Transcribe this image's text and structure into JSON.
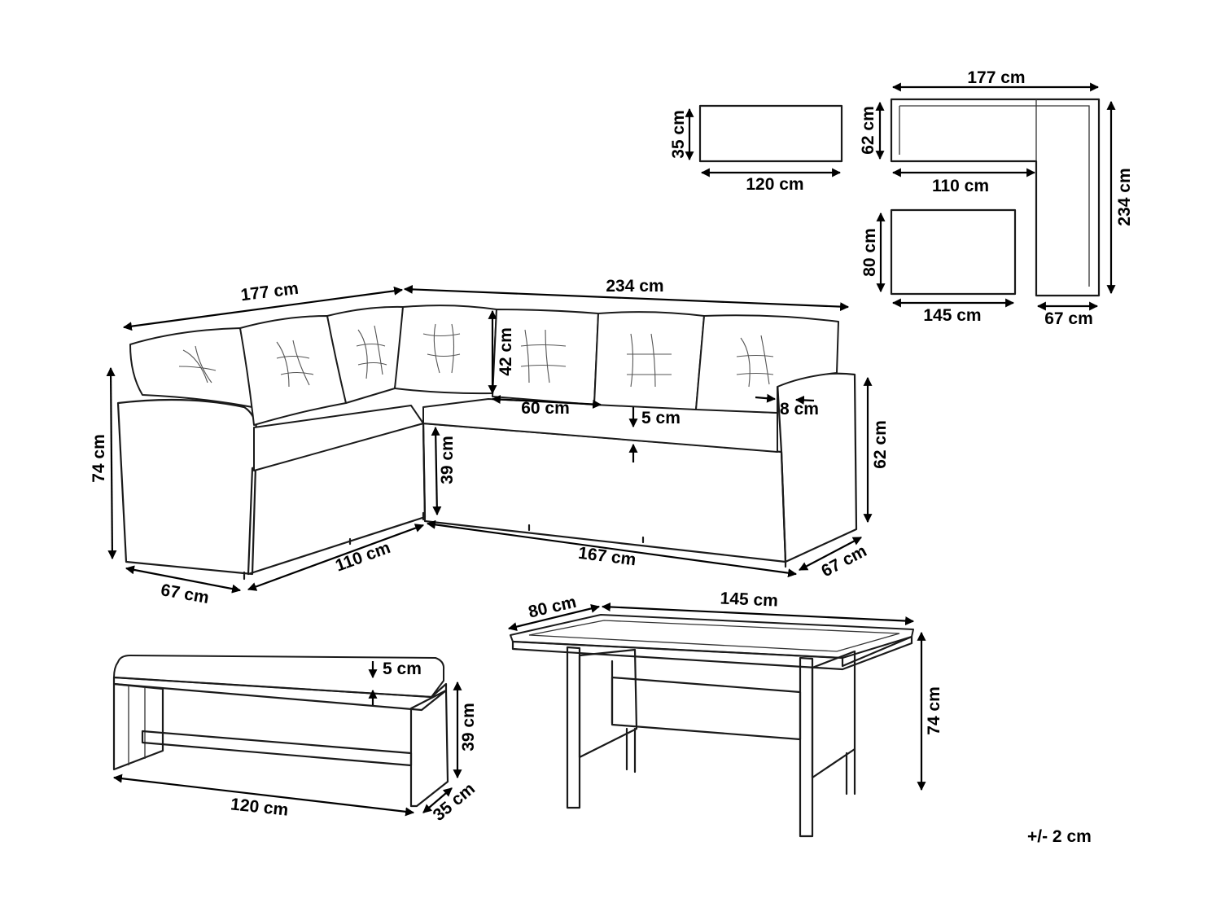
{
  "tolerance": "+/- 2 cm",
  "plan_view": {
    "bench_cushion": {
      "height": "35 cm",
      "width": "120 cm"
    },
    "corner_sofa": {
      "top_width": "177 cm",
      "depth": "62 cm",
      "inner_width": "110 cm",
      "right_length": "234 cm",
      "bottom_depth": "67 cm"
    },
    "table_top": {
      "depth": "80 cm",
      "width": "145 cm"
    }
  },
  "sofa": {
    "back_left": "177 cm",
    "back_right": "234 cm",
    "overall_height": "74 cm",
    "backrest_height": "42 cm",
    "seat_depth": "60 cm",
    "cushion_thickness": "5 cm",
    "armrest_width": "8 cm",
    "arm_height": "62 cm",
    "seat_height": "39 cm",
    "left_depth": "67 cm",
    "left_length": "110 cm",
    "front_length": "167 cm",
    "right_depth": "67 cm"
  },
  "bench": {
    "cushion_thickness": "5 cm",
    "height": "39 cm",
    "length": "120 cm",
    "depth": "35 cm"
  },
  "table": {
    "depth": "80 cm",
    "length": "145 cm",
    "height": "74 cm"
  }
}
